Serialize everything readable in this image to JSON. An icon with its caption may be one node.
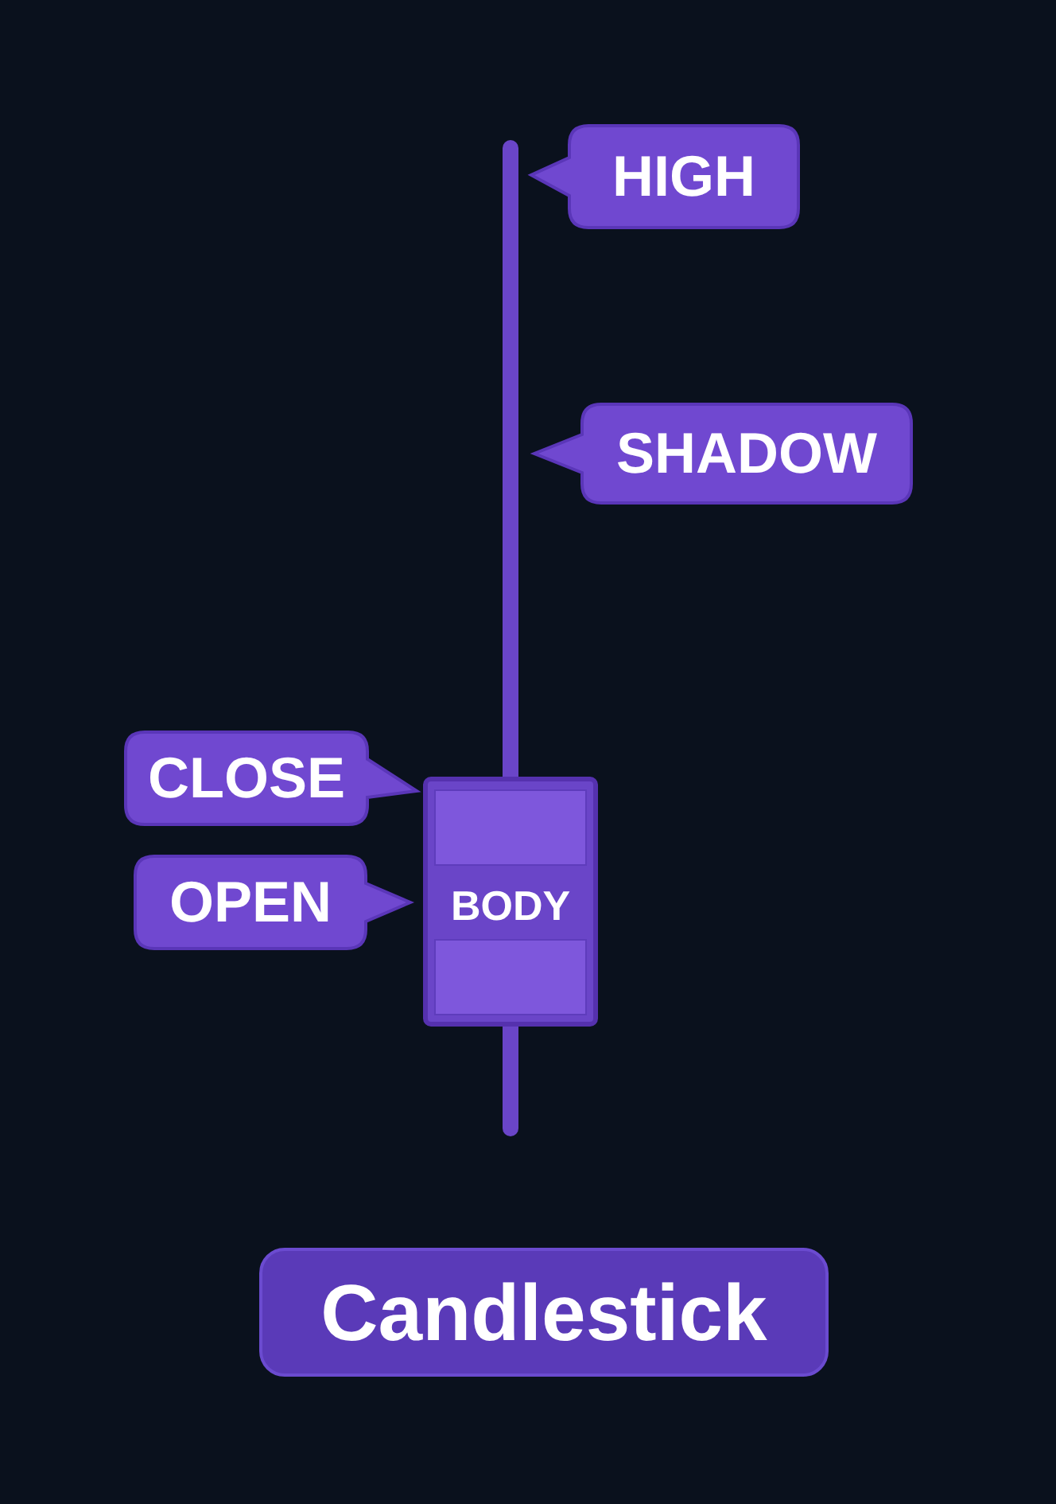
{
  "diagram": {
    "title": "Candlestick",
    "nodes": [
      {
        "text": [],
        "shape": "bar"
      },
      {
        "text": [
          "BODY"
        ]
      },
      {
        "text": [],
        "shape": "bar"
      }
    ],
    "edges": [],
    "labels": [
      "HIGH",
      "SHADOW",
      "CLOSE",
      "OPEN"
    ]
  }
}
